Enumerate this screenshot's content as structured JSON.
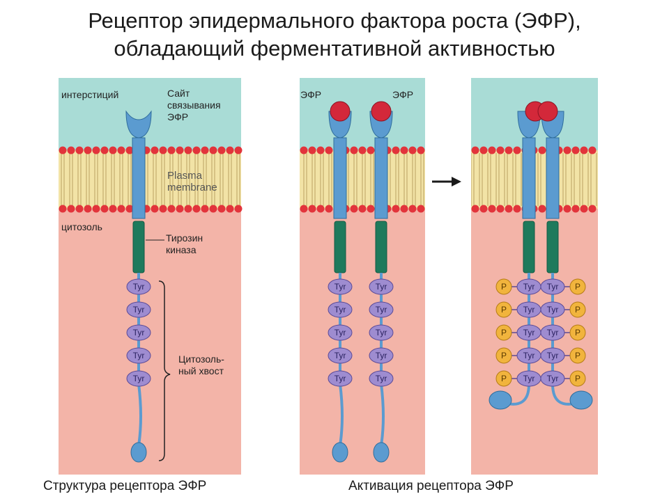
{
  "title": {
    "line1": "Рецептор эпидермального фактора роста (ЭФР),",
    "line2": "обладающий ферментативной активностью"
  },
  "labels": {
    "interstitium": "интерстиций",
    "binding_site": [
      "Сайт",
      "связывания",
      "ЭФР"
    ],
    "plasma_membrane": [
      "Plasma",
      "membrane"
    ],
    "cytosol": "цитозоль",
    "tyrosine_kinase": [
      "Тирозин",
      "киназа"
    ],
    "cytosolic_tail": [
      "Цитозоль-",
      "ный хвост"
    ],
    "egf_left": "ЭФР",
    "egf_right": "ЭФР"
  },
  "residue_label": "Tyr",
  "phospho_label": "P",
  "captions": {
    "left": "Структура рецептора ЭФР",
    "right": "Активация рецептора ЭФР"
  },
  "colors": {
    "extracellular": "#a9dcd6",
    "cytosol": "#f3b4a8",
    "membrane": "#f2e3a6",
    "lipid_head": "#e2343b",
    "receptor": "#5b9bd0",
    "kinase": "#1e7a5c",
    "tyr": "#9e8cd0",
    "phosphate": "#f1b43d",
    "egf": "#d3283a"
  }
}
